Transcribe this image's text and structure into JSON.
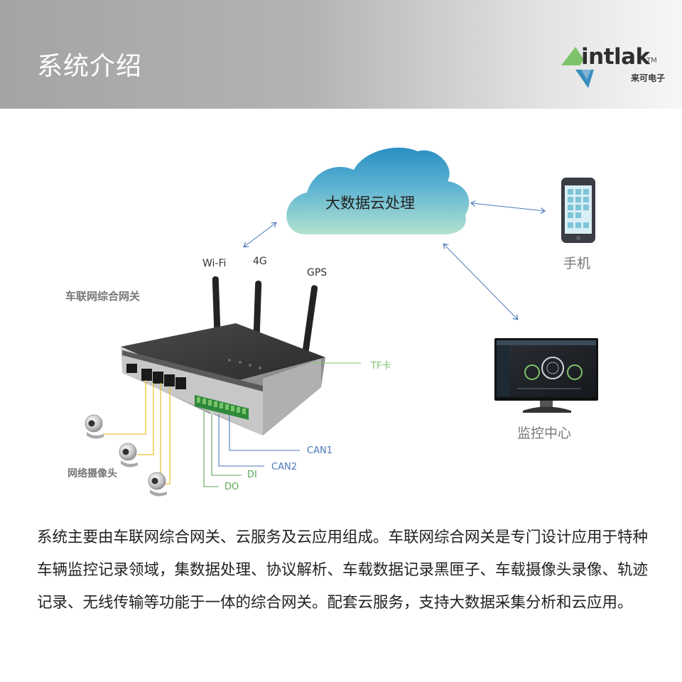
{
  "header": {
    "title": "系统介绍",
    "logo_word": "intlak",
    "logo_tm": "TM",
    "logo_cn": "来可电子"
  },
  "diagram": {
    "cloud_label": "大数据云处理",
    "phone_label": "手机",
    "monitor_label": "监控中心",
    "gateway_label": "车联网综合网关",
    "camera_label": "网络摄像头",
    "antennas": [
      "Wi-Fi",
      "4G",
      "GPS"
    ],
    "ports": {
      "tf": "TF卡",
      "can1": "CAN1",
      "can2": "CAN2",
      "di": "DI",
      "do": "DO"
    }
  },
  "description": "系统主要由车联网综合网关、云服务及云应用组成。车联网综合网关是专门设计应用于特种车辆监控记录领域，集数据处理、协议解析、车载数据记录黑匣子、车载摄像头录像、轨迹记录、无线传输等功能于一体的综合网关。配套云服务，支持大数据采集分析和云应用。",
  "colors": {
    "accent_green": "#7dc36b",
    "accent_blue": "#3a8dbf",
    "cloud_top": "#2a8fc4",
    "cloud_bottom": "#a8ddd0",
    "line_yellow": "#e6c22e",
    "line_green": "#5ba653",
    "line_blue": "#4a78b8"
  }
}
